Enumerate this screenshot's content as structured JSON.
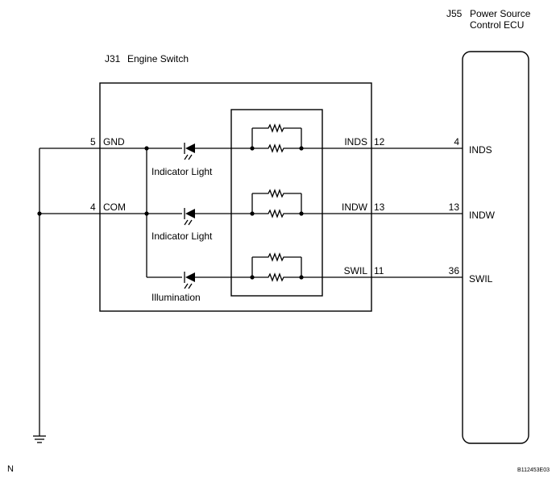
{
  "ecu": {
    "id": "J55",
    "name_line1": "Power Source",
    "name_line2": "Control ECU",
    "pins": [
      {
        "number": "4",
        "label": "INDS"
      },
      {
        "number": "13",
        "label": "INDW"
      },
      {
        "number": "36",
        "label": "SWIL"
      }
    ]
  },
  "switch": {
    "id": "J31",
    "name": "Engine Switch",
    "left_pins": [
      {
        "number": "5",
        "label": "GND"
      },
      {
        "number": "4",
        "label": "COM"
      }
    ],
    "right_pins": [
      {
        "label": "INDS",
        "number": "12"
      },
      {
        "label": "INDW",
        "number": "13"
      },
      {
        "label": "SWIL",
        "number": "11"
      }
    ],
    "leds": [
      {
        "label": "Indicator Light"
      },
      {
        "label": "Indicator Light"
      },
      {
        "label": "Illumination"
      }
    ]
  },
  "footer": {
    "corner_mark": "N",
    "figure_code": "B112453E03"
  }
}
